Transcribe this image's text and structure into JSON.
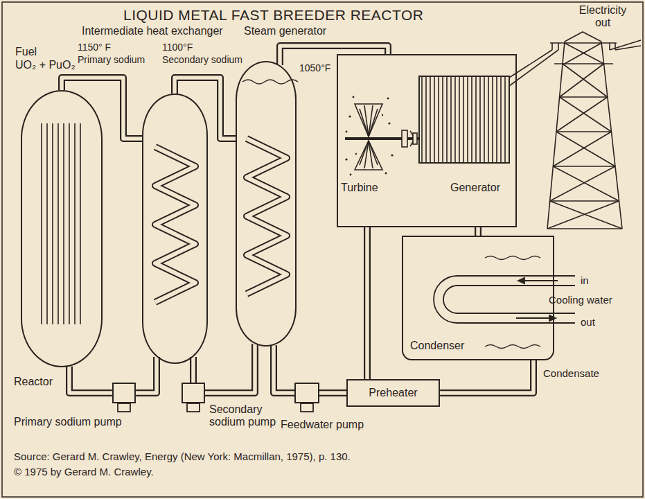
{
  "diagram": {
    "title": "LIQUID METAL FAST BREEDER REACTOR",
    "caption": "Source: Gerard M. Crawley, Energy (New York: Macmillan, 1975), p. 130.",
    "nodes": [
      {
        "text": [
          "Reactor"
        ]
      },
      {
        "text": [
          "Intermediate heat exchanger"
        ]
      },
      {
        "text": [
          "Steam generator"
        ]
      },
      {
        "text": [
          "Turbine",
          "Generator"
        ]
      },
      {
        "text": [
          "Condenser"
        ]
      },
      {
        "text": [
          "Preheater"
        ]
      },
      {
        "text": [
          "Primary sodium pump"
        ]
      },
      {
        "text": [
          "Secondary sodium pump"
        ]
      },
      {
        "text": [
          "Feedwater pump"
        ]
      }
    ],
    "edges": [
      {
        "from": 0,
        "to": 1,
        "arrow": "none"
      },
      {
        "from": 1,
        "to": 6,
        "arrow": "none"
      },
      {
        "from": 6,
        "to": 0,
        "arrow": "none"
      },
      {
        "from": 1,
        "to": 2,
        "arrow": "none"
      },
      {
        "from": 2,
        "to": 7,
        "arrow": "none"
      },
      {
        "from": 7,
        "to": 1,
        "arrow": "none"
      },
      {
        "from": 2,
        "to": 3,
        "arrow": "none"
      },
      {
        "from": 3,
        "to": 4,
        "arrow": "none"
      },
      {
        "from": 3,
        "to": 5,
        "arrow": "none"
      },
      {
        "from": 4,
        "to": 5,
        "arrow": "none"
      },
      {
        "from": 5,
        "to": 8,
        "arrow": "none"
      },
      {
        "from": 8,
        "to": 2,
        "arrow": "none"
      }
    ],
    "labels": [
      "Fuel",
      "UO₂ + PuO₂",
      "1150° F",
      "Primary sodium",
      "1100°F",
      "Secondary sodium",
      "1050°F",
      "Electricity out",
      "in",
      "Cooling water",
      "out",
      "Condensate",
      "© 1975 by Gerard M. Crawley."
    ]
  }
}
